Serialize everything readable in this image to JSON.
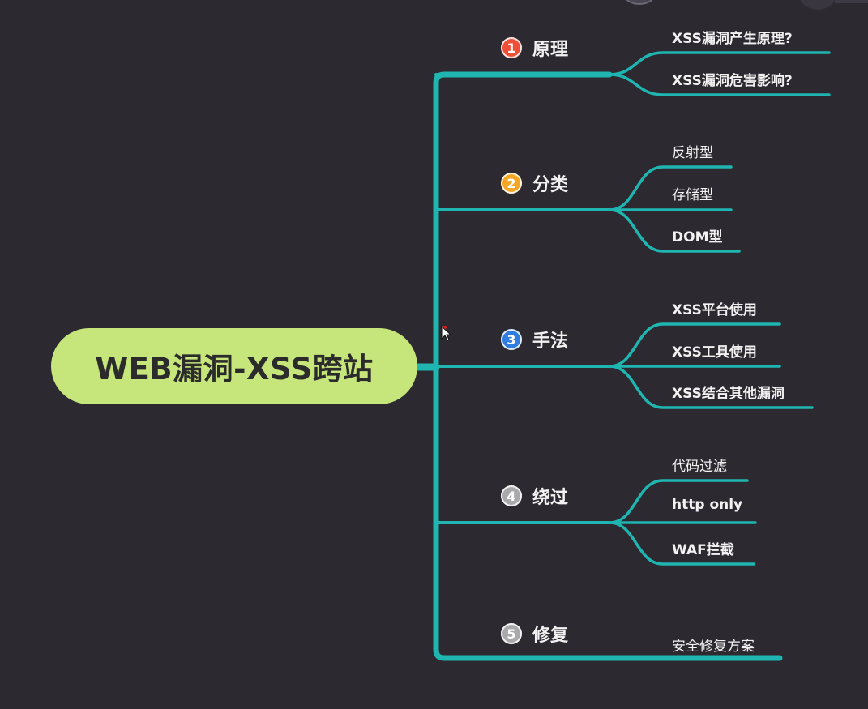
{
  "root": {
    "label": "WEB漏洞-XSS跨站"
  },
  "branches": [
    {
      "number": "1",
      "badge_color": "#f04e36",
      "label": "原理",
      "children": [
        "XSS漏洞产生原理?",
        "XSS漏洞危害影响?"
      ]
    },
    {
      "number": "2",
      "badge_color": "#f5a623",
      "label": "分类",
      "children": [
        "反射型",
        "存储型",
        "DOM型"
      ]
    },
    {
      "number": "3",
      "badge_color": "#2f7de1",
      "label": "手法",
      "children": [
        "XSS平台使用",
        "XSS工具使用",
        "XSS结合其他漏洞"
      ]
    },
    {
      "number": "4",
      "badge_color": "#a9a9ad",
      "label": "绕过",
      "children": [
        "代码过滤",
        "http only",
        "WAF拦截"
      ]
    },
    {
      "number": "5",
      "badge_color": "#a9a9ad",
      "label": "修复",
      "children": [
        "安全修复方案"
      ]
    }
  ],
  "colors": {
    "connector": "#1fb5b0",
    "root_fill": "#c6e57a",
    "background": "#2d2930"
  },
  "icons": {
    "cursor": "mouse-pointer-icon"
  }
}
